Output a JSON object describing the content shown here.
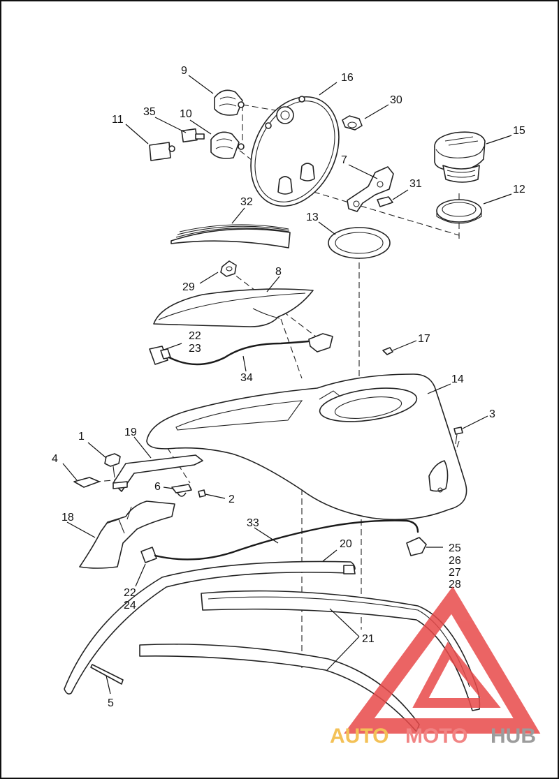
{
  "labels": {
    "l1": "1",
    "l2": "2",
    "l3": "3",
    "l4": "4",
    "l5": "5",
    "l6": "6",
    "l7": "7",
    "l8": "8",
    "l9": "9",
    "l10": "10",
    "l11": "11",
    "l12": "12",
    "l13": "13",
    "l14": "14",
    "l15": "15",
    "l16": "16",
    "l17": "17",
    "l18": "18",
    "l19": "19",
    "l20": "20",
    "l21": "21",
    "l22a": "22",
    "l23": "23",
    "l34": "34",
    "l22b": "22",
    "l24": "24",
    "l25": "25",
    "l26": "26",
    "l27": "27",
    "l28": "28",
    "l29": "29",
    "l30": "30",
    "l31": "31",
    "l32": "32",
    "l33": "33",
    "l35": "35"
  },
  "watermark": {
    "part1": "AUTO",
    "part2": "MOTO",
    "part3": "HUB"
  },
  "colors": {
    "wm_auto": "#f2b73a",
    "wm_moto": "#ef6f6f",
    "wm_hub": "#8b8b8b",
    "logo_red": "#e84a4a"
  }
}
